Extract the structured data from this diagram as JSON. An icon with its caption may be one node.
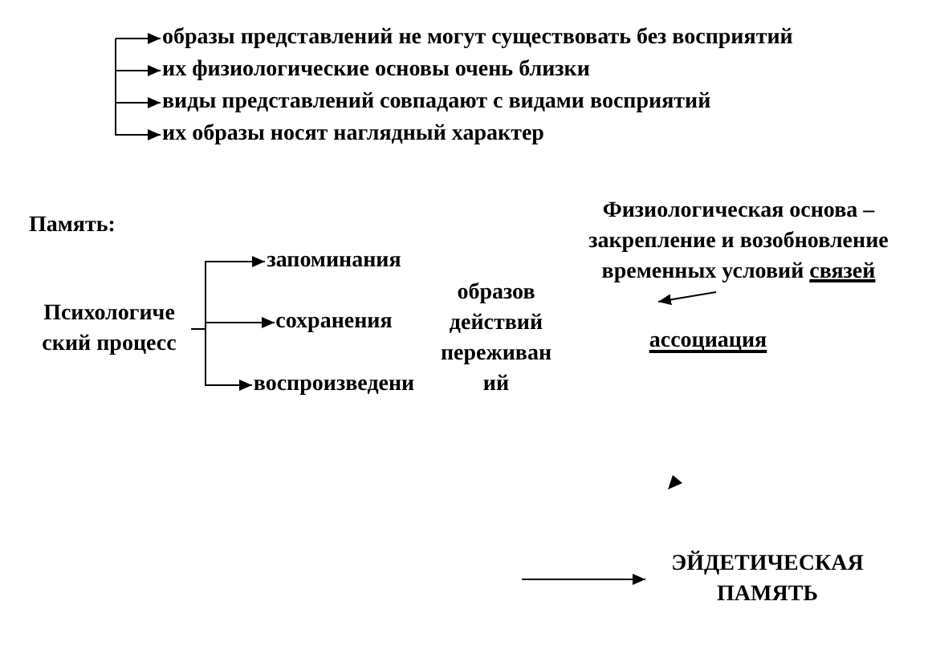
{
  "diagram": {
    "nodes": [
      {
        "text": [
          "образы представлений не могут существовать без восприятий"
        ]
      },
      {
        "text": [
          "их физиологические основы очень близки"
        ]
      },
      {
        "text": [
          "виды представлений совпадают с видами восприятий"
        ]
      },
      {
        "text": [
          "их образы носят наглядный характер"
        ]
      },
      {
        "text": [
          "Психологиче ский процесс"
        ]
      },
      {
        "text": [
          "запоминания"
        ]
      },
      {
        "text": [
          "сохранения"
        ]
      },
      {
        "text": [
          "воспроизведени"
        ]
      },
      {
        "text": [
          "ЭЙДЕТИЧЕСКАЯ ПАМЯТЬ"
        ]
      }
    ],
    "edges": [
      {
        "from": null,
        "to": 0,
        "arrow": "to"
      },
      {
        "from": null,
        "to": 1,
        "arrow": "to"
      },
      {
        "from": null,
        "to": 2,
        "arrow": "to"
      },
      {
        "from": null,
        "to": 3,
        "arrow": "to"
      },
      {
        "from": 4,
        "to": 5,
        "arrow": "to"
      },
      {
        "from": 4,
        "to": 6,
        "arrow": "to"
      },
      {
        "from": 4,
        "to": 7,
        "arrow": "to"
      },
      {
        "from": null,
        "to": 8,
        "arrow": "to"
      }
    ],
    "labels": [
      "Память:",
      "Физиологическая основа – закрепление и возобновление временных условий связей",
      "образов действий переживан ий",
      "ассоциация"
    ]
  }
}
